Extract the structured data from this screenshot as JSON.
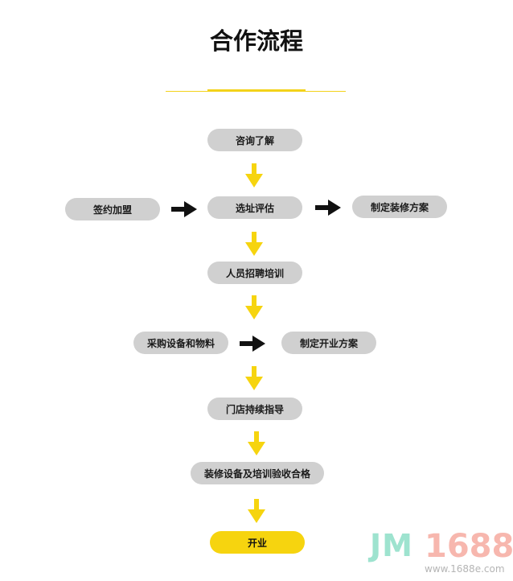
{
  "title": "合作流程",
  "steps": {
    "consult": "咨询了解",
    "sign": "签约加盟",
    "evaluate": "选址评估",
    "decor_plan": "制定装修方案",
    "recruit": "人员招聘培训",
    "purchase": "采购设备和物料",
    "opening_plan": "制定开业方案",
    "guidance": "门店持续指导",
    "acceptance": "装修设备及培训验收合格",
    "open": "开业"
  },
  "colors": {
    "accent": "#f6d40f",
    "pill": "#d0d0d0",
    "horizontal_arrow": "#111111"
  },
  "watermark": {
    "logo": "JM",
    "number": "1688",
    "url": "www.1688e.com"
  }
}
